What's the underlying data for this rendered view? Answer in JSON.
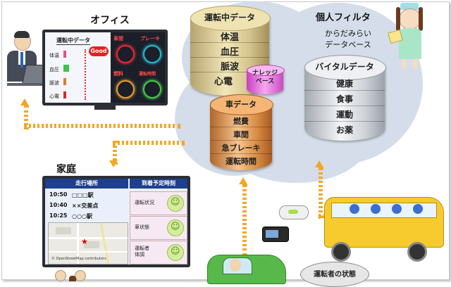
{
  "office": {
    "title": "オフィス",
    "screen_title": "運転中データ",
    "rows": [
      "体温",
      "血圧",
      "脈波",
      "心電"
    ],
    "badge": "Good",
    "gauge_labels": [
      "車間",
      "ブレーキ",
      "燃料",
      "運転時間"
    ]
  },
  "home": {
    "title": "家庭",
    "header_left": "走行場所",
    "header_right": "到着予定時刻",
    "times": [
      {
        "time": "10:50",
        "place": "□□□駅"
      },
      {
        "time": "10:40",
        "place": "××交差点"
      },
      {
        "time": "10:25",
        "place": "○○○駅"
      }
    ],
    "map_credit": "© OpenStreetMap contributors",
    "status_rows": [
      "運転状況",
      "車状態",
      "運転者\n体調"
    ],
    "status_icon": "smile-face-icon"
  },
  "cylinders": {
    "driving": {
      "title": "運転中データ",
      "items": [
        "体温",
        "血圧",
        "脈波",
        "心電"
      ]
    },
    "knowledge": {
      "title": "ナレッジ\nベース"
    },
    "car": {
      "title": "車データ",
      "items": [
        "燃費",
        "車間",
        "急ブレーキ",
        "運転時間"
      ]
    },
    "personal": {
      "title": "個人フィルタ",
      "subtitle": "からだみらい\nデータベース"
    },
    "vital": {
      "title": "バイタルデータ",
      "items": [
        "健康",
        "食事",
        "運動",
        "お薬"
      ]
    }
  },
  "driver_state": {
    "label": "運転者の状態"
  },
  "colors": {
    "arrow": "#f5a623",
    "cloud": "#d4dde9",
    "car": "#58b94a",
    "bus": "#f7cb2d",
    "screen_header": "#1e3f8f"
  }
}
